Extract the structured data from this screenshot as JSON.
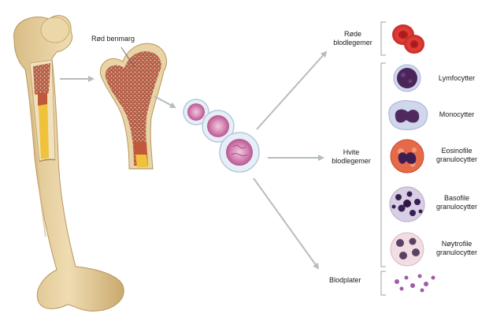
{
  "labels": {
    "bone_marrow": "Rød benmarg",
    "red_cells": [
      "Røde",
      "blodlegemer"
    ],
    "white_cells": [
      "Hvite",
      "blodlegemer"
    ],
    "platelets": "Blodplater"
  },
  "white_cell_types": [
    {
      "lines": [
        "Lymfocytter"
      ]
    },
    {
      "lines": [
        "Monocytter"
      ]
    },
    {
      "lines": [
        "Eosinofile",
        "granulocytter"
      ]
    },
    {
      "lines": [
        "Basofile",
        "granulocytter"
      ]
    },
    {
      "lines": [
        "Nøytrofile",
        "granulocytter"
      ]
    }
  ],
  "colors": {
    "bone": "#e9d3a4",
    "bone_shadow": "#c9ab72",
    "marrow_red": "#a9463a",
    "marrow_yellow": "#f0c23a",
    "arrow": "#b6bcc0",
    "red_cell": "#d8322e",
    "stem_cell": "#c56aa0"
  }
}
